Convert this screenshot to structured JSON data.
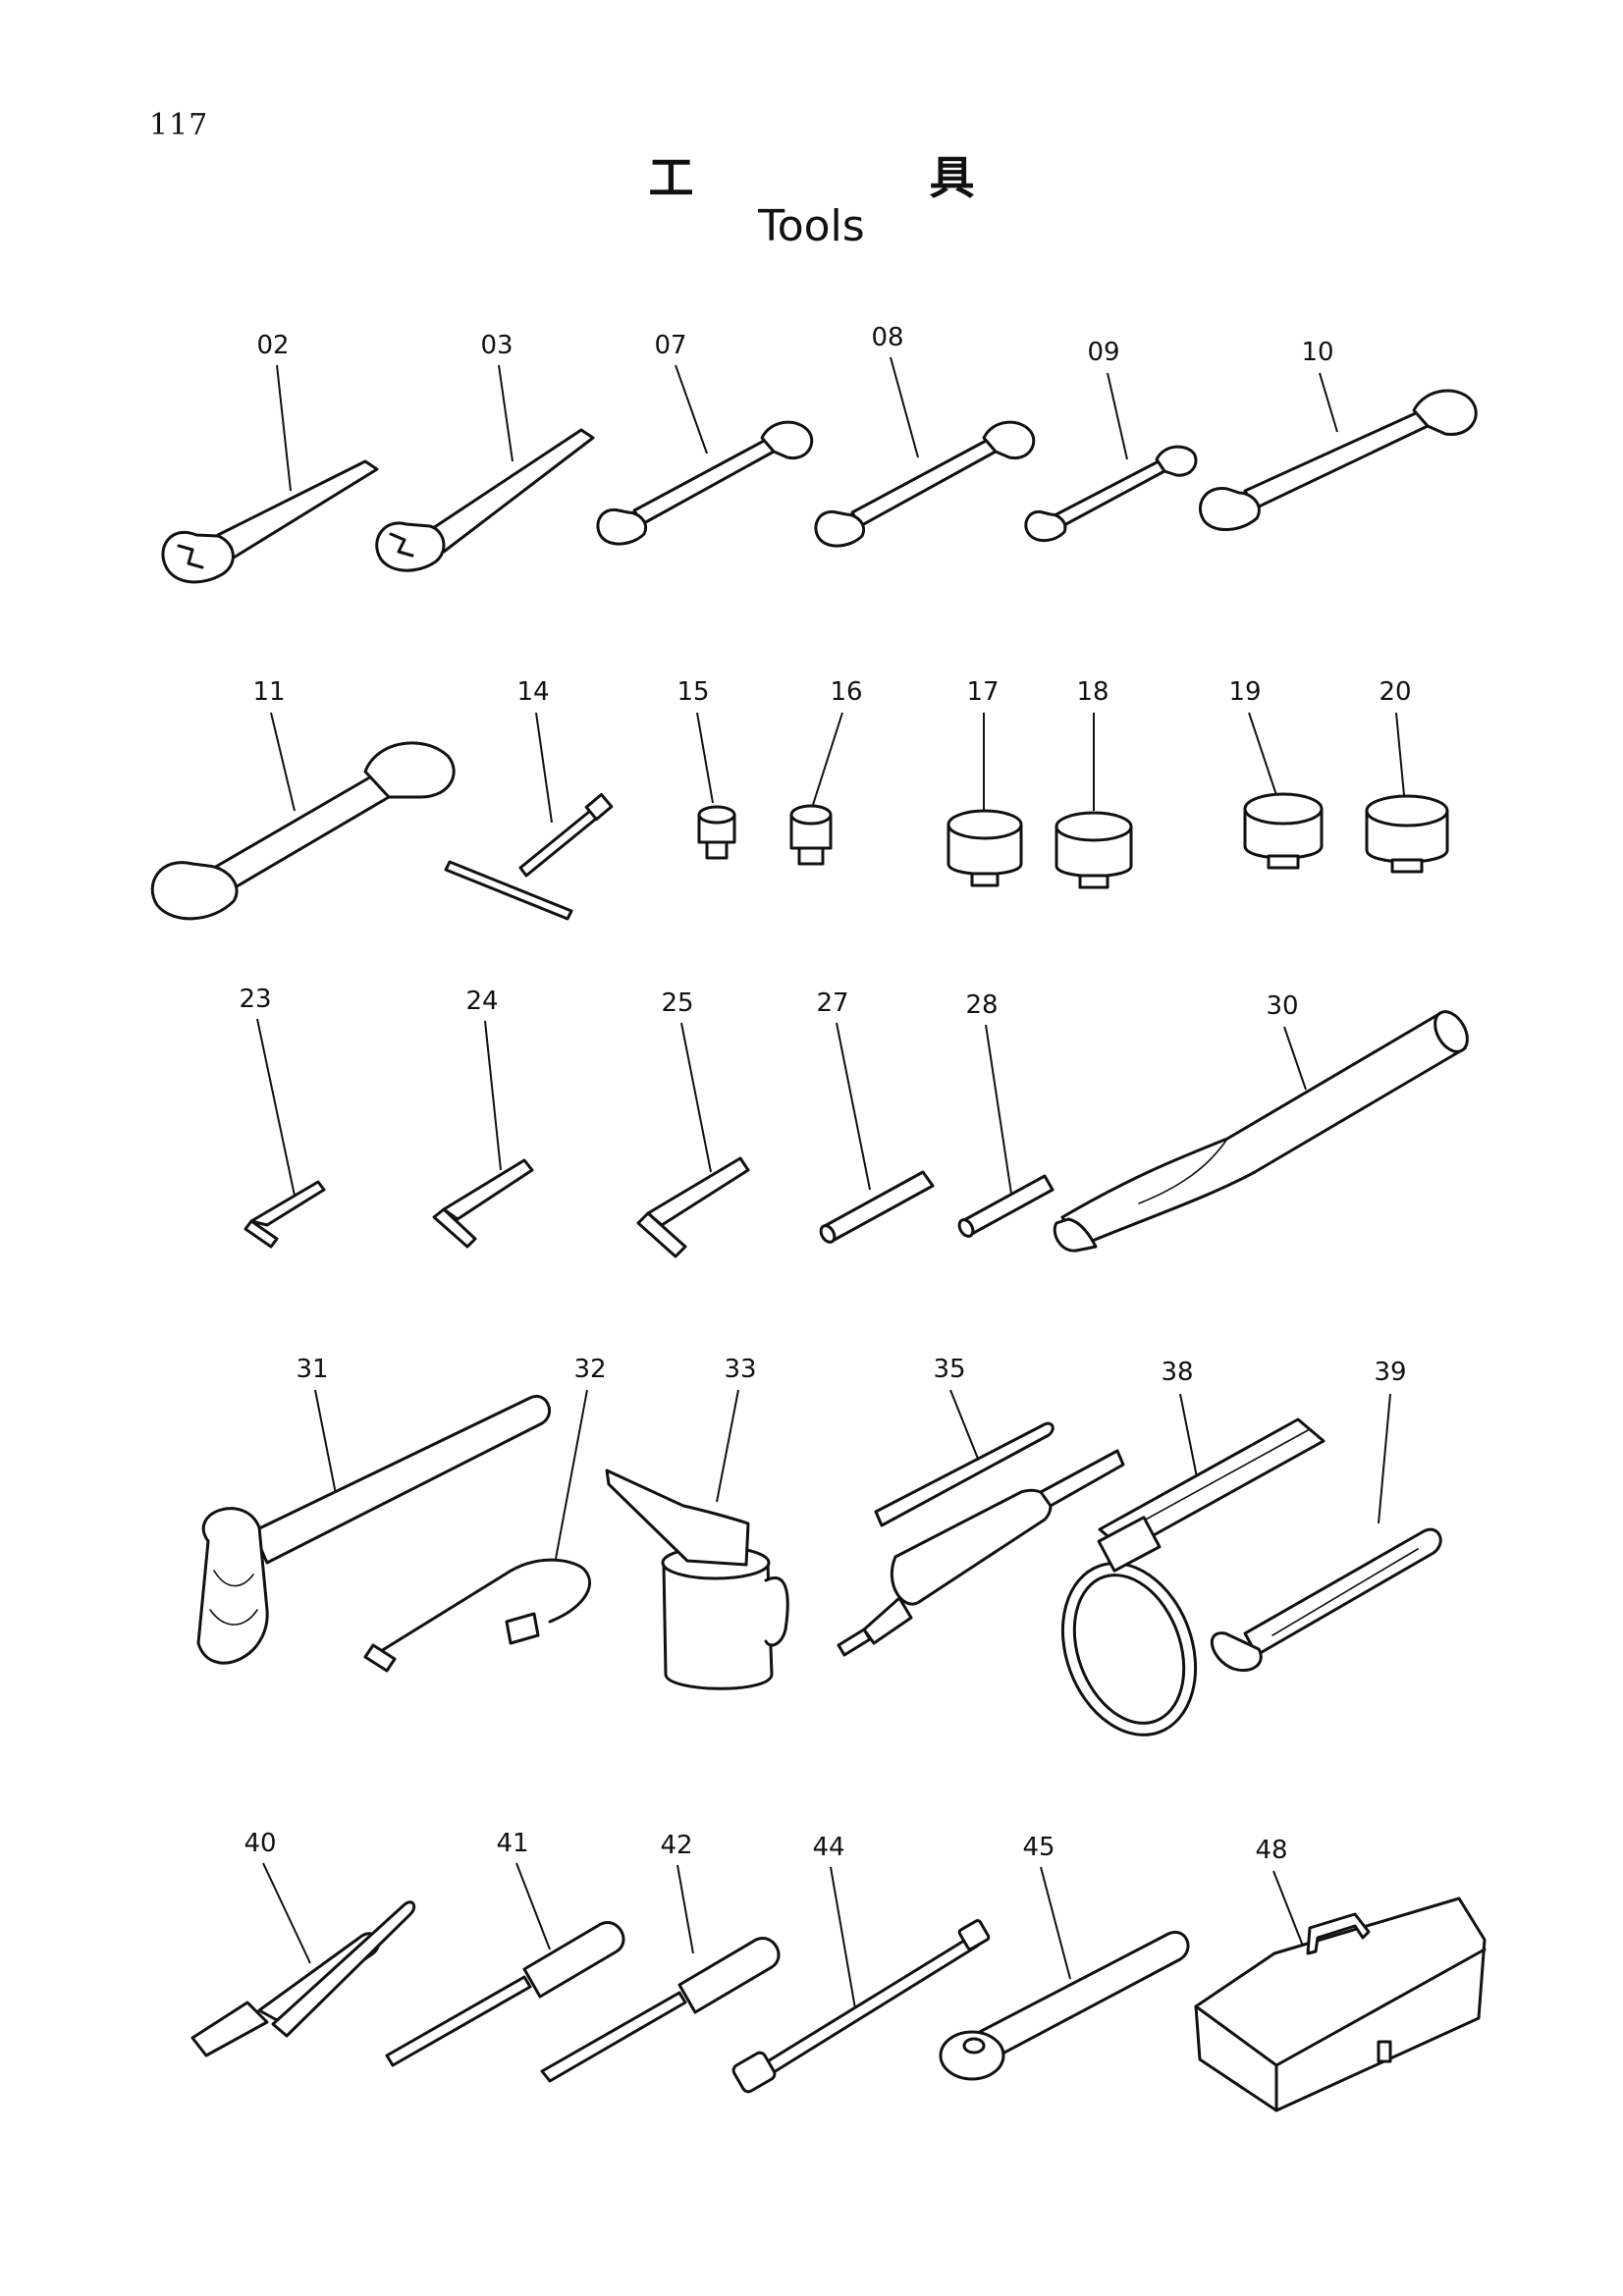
{
  "page_number": "117",
  "title_ja": "工具",
  "title_en": "Tools",
  "parts": [
    {
      "key": "p02",
      "label": "02"
    },
    {
      "key": "p03",
      "label": "03"
    },
    {
      "key": "p07",
      "label": "07"
    },
    {
      "key": "p08",
      "label": "08"
    },
    {
      "key": "p09",
      "label": "09"
    },
    {
      "key": "p10",
      "label": "10"
    },
    {
      "key": "p11",
      "label": "11"
    },
    {
      "key": "p14",
      "label": "14"
    },
    {
      "key": "p15",
      "label": "15"
    },
    {
      "key": "p16",
      "label": "16"
    },
    {
      "key": "p17",
      "label": "17"
    },
    {
      "key": "p18",
      "label": "18"
    },
    {
      "key": "p19",
      "label": "19"
    },
    {
      "key": "p20",
      "label": "20"
    },
    {
      "key": "p23",
      "label": "23"
    },
    {
      "key": "p24",
      "label": "24"
    },
    {
      "key": "p25",
      "label": "25"
    },
    {
      "key": "p27",
      "label": "27"
    },
    {
      "key": "p28",
      "label": "28"
    },
    {
      "key": "p30",
      "label": "30"
    },
    {
      "key": "p31",
      "label": "31"
    },
    {
      "key": "p32",
      "label": "32"
    },
    {
      "key": "p33",
      "label": "33"
    },
    {
      "key": "p35",
      "label": "35"
    },
    {
      "key": "p38",
      "label": "38"
    },
    {
      "key": "p39",
      "label": "39"
    },
    {
      "key": "p40",
      "label": "40"
    },
    {
      "key": "p41",
      "label": "41"
    },
    {
      "key": "p42",
      "label": "42"
    },
    {
      "key": "p44",
      "label": "44"
    },
    {
      "key": "p45",
      "label": "45"
    },
    {
      "key": "p48",
      "label": "48"
    }
  ],
  "icons": {
    "spanner": "open-end-wrench-icon",
    "double_spanner": "double-open-end-wrench-icon",
    "t_handle": "t-handle-wrench-icon",
    "socket": "socket-icon",
    "hex_key": "hex-key-icon",
    "bar": "hex-bar-icon",
    "pipe": "extension-pipe-icon",
    "hammer": "hammer-icon",
    "hose": "grease-hose-icon",
    "oil_can": "oil-can-icon",
    "grease_gun": "grease-gun-icon",
    "filter_wrench": "filter-wrench-icon",
    "adjustable_wrench": "adjustable-wrench-icon",
    "pliers": "pliers-icon",
    "screwdriver_flat": "flat-screwdriver-icon",
    "screwdriver_phillips": "phillips-screwdriver-icon",
    "extension_bar": "extension-bar-icon",
    "ratchet": "ratchet-handle-icon",
    "tool_box": "tool-box-icon"
  }
}
